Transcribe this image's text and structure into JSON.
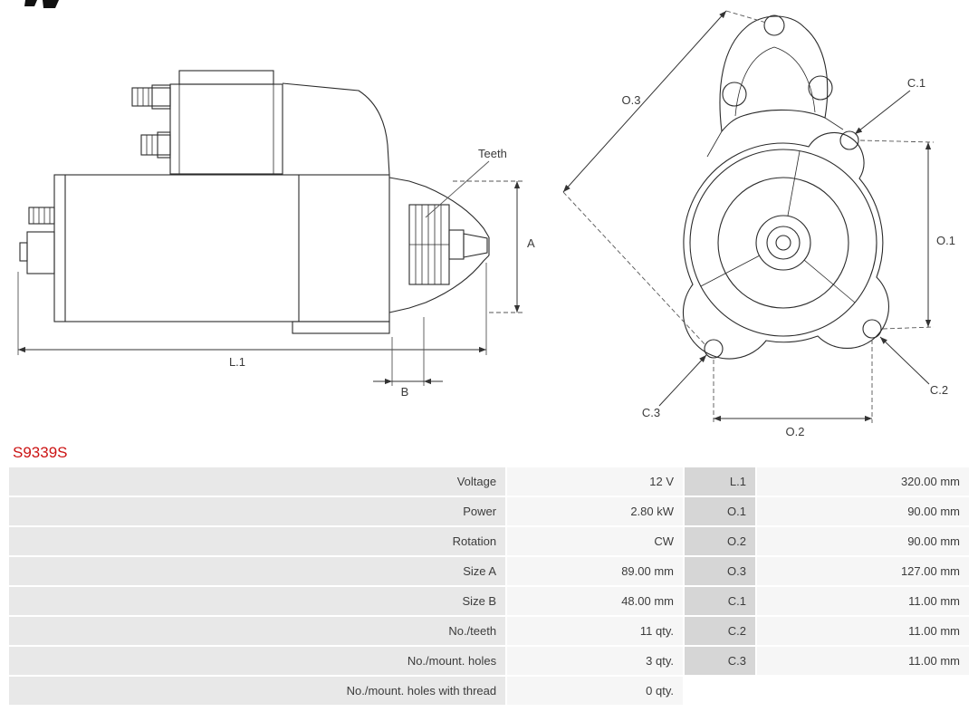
{
  "part_number": "S9339S",
  "colors": {
    "part_number": "#cc1414",
    "drawing_line": "#2b2b2b",
    "table_label_bg": "#e8e8e8",
    "table_dim_bg": "#d6d6d6",
    "table_value_bg": "#f6f6f6"
  },
  "icons": {
    "logo_fragment": "logo-fragment"
  },
  "drawings": {
    "side_view": {
      "labels": {
        "teeth": "Teeth",
        "a": "A",
        "l1": "L.1",
        "b": "B"
      }
    },
    "front_view": {
      "labels": {
        "o3": "O.3",
        "c1": "C.1",
        "o1": "O.1",
        "c3": "C.3",
        "c2": "C.2",
        "o2": "O.2"
      }
    }
  },
  "spec_table": {
    "rows": [
      {
        "label": "Voltage",
        "value": "12 V",
        "dim_label": "L.1",
        "dim_value": "320.00 mm"
      },
      {
        "label": "Power",
        "value": "2.80 kW",
        "dim_label": "O.1",
        "dim_value": "90.00 mm"
      },
      {
        "label": "Rotation",
        "value": "CW",
        "dim_label": "O.2",
        "dim_value": "90.00 mm"
      },
      {
        "label": "Size A",
        "value": "89.00 mm",
        "dim_label": "O.3",
        "dim_value": "127.00 mm"
      },
      {
        "label": "Size B",
        "value": "48.00 mm",
        "dim_label": "C.1",
        "dim_value": "11.00 mm"
      },
      {
        "label": "No./teeth",
        "value": "11 qty.",
        "dim_label": "C.2",
        "dim_value": "11.00 mm"
      },
      {
        "label": "No./mount. holes",
        "value": "3 qty.",
        "dim_label": "C.3",
        "dim_value": "11.00 mm"
      },
      {
        "label": "No./mount. holes with thread",
        "value": "0 qty.",
        "dim_label": "",
        "dim_value": ""
      }
    ]
  }
}
